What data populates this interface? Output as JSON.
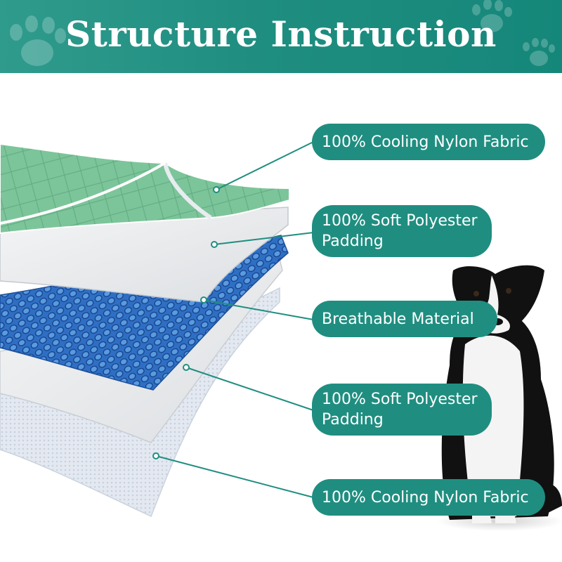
{
  "header": {
    "title": "Structure Instruction",
    "background_color": "#1f8e80"
  },
  "layers": [
    {
      "label": "100% Cooling Nylon Fabric",
      "color": "#7cc59a"
    },
    {
      "label": "100% Soft Polyester\nPadding",
      "color": "#e9ebec"
    },
    {
      "label": "Breathable Material",
      "color": "#2f6fc2"
    },
    {
      "label": "100% Soft Polyester\nPadding",
      "color": "#f0f1f2"
    },
    {
      "label": "100% Cooling Nylon Fabric",
      "color": "#dfe5ee"
    }
  ],
  "icons": [
    "paw-print-icon"
  ],
  "accent_color": "#1f8e80"
}
